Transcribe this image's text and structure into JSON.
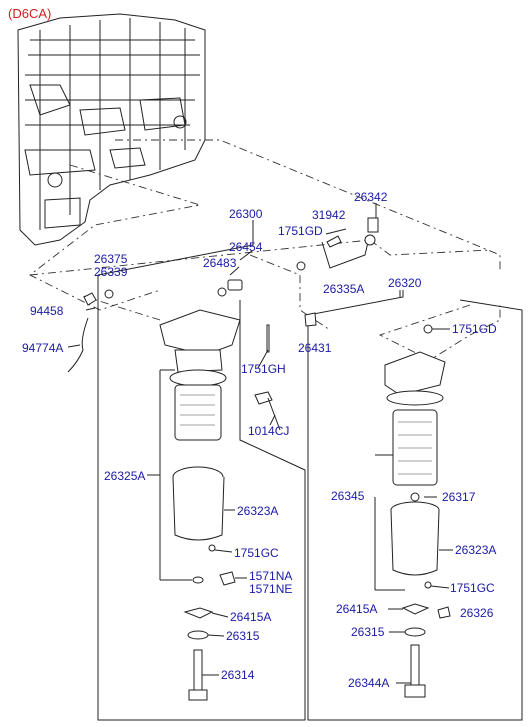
{
  "title": "(D6CA)",
  "labels": {
    "p26300": "26300",
    "p31942": "31942",
    "p26342": "26342",
    "p1751GD_a": "1751GD",
    "p26454": "26454",
    "p26483": "26483",
    "p26375": "26375",
    "p26339": "26339",
    "p26335A": "26335A",
    "p26320": "26320",
    "p94458": "94458",
    "p94774A": "94774A",
    "p1751GD_b": "1751GD",
    "p26431": "26431",
    "p1751GH": "1751GH",
    "p1014CJ": "1014CJ",
    "p26325A": "26325A",
    "p26345": "26345",
    "p26317": "26317",
    "p26323A_a": "26323A",
    "p26323A_b": "26323A",
    "p1751GC_a": "1751GC",
    "p1751GC_b": "1751GC",
    "p1571NA": "1571NA",
    "p1571NE": "1571NE",
    "p26415A_a": "26415A",
    "p26415A_b": "26415A",
    "p26326": "26326",
    "p26315_a": "26315",
    "p26315_b": "26315",
    "p26314": "26314",
    "p26344A": "26344A"
  }
}
